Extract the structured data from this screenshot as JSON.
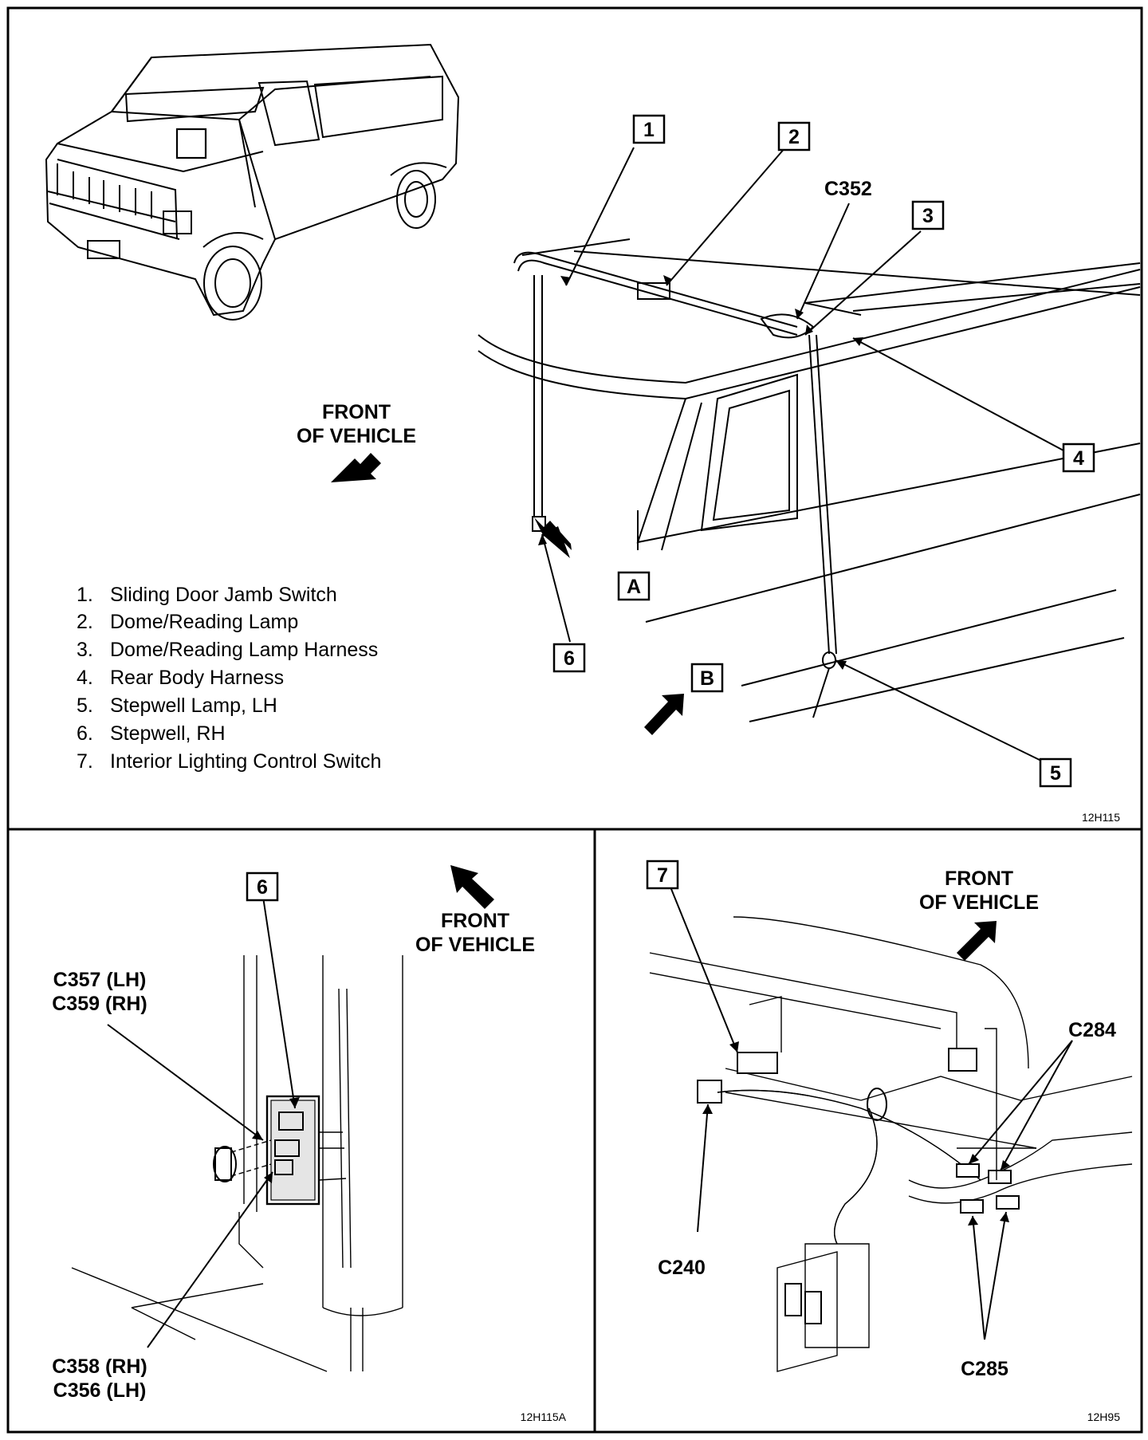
{
  "panels": {
    "main": {
      "callouts": [
        "1",
        "2",
        "3",
        "4",
        "5",
        "6"
      ],
      "connector_c352": "C352",
      "front_of_vehicle": [
        "FRONT",
        "OF VEHICLE"
      ],
      "view_a": "A",
      "view_b": "B",
      "legend": [
        {
          "num": "1.",
          "text": "Sliding Door Jamb Switch"
        },
        {
          "num": "2.",
          "text": "Dome/Reading Lamp"
        },
        {
          "num": "3.",
          "text": "Dome/Reading Lamp Harness"
        },
        {
          "num": "4.",
          "text": "Rear Body Harness"
        },
        {
          "num": "5.",
          "text": "Stepwell Lamp, LH"
        },
        {
          "num": "6.",
          "text": "Stepwell, RH"
        },
        {
          "num": "7.",
          "text": "Interior Lighting Control Switch"
        }
      ],
      "figure_code": "12H115"
    },
    "view_a": {
      "callout": "6",
      "front_of_vehicle": [
        "FRONT",
        "OF VEHICLE"
      ],
      "upper_connector": [
        "C357 (LH)",
        "C359 (RH)"
      ],
      "lower_connector": [
        "C358 (RH)",
        "C356 (LH)"
      ],
      "figure_code": "12H115A"
    },
    "view_b": {
      "callout": "7",
      "front_of_vehicle": [
        "FRONT",
        "OF VEHICLE"
      ],
      "c284": "C284",
      "c240": "C240",
      "c285": "C285",
      "figure_code": "12H95"
    }
  },
  "icons": {
    "arrow": "direction-arrow-icon",
    "arrow_up": "direction-arrow-up-left-icon"
  }
}
